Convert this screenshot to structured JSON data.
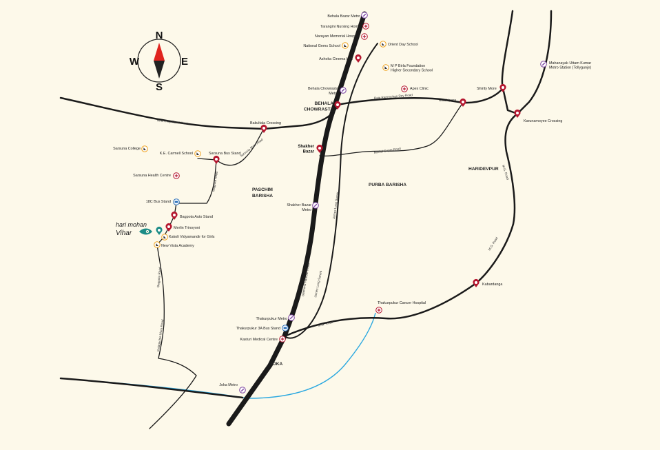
{
  "compass": {
    "n": "N",
    "s": "S",
    "e": "E",
    "w": "W"
  },
  "brand": {
    "name_line1": "hari mohan",
    "name_line2": "Vihar"
  },
  "areas": {
    "paschim": [
      "PASCHIM",
      "BARISHA"
    ],
    "purba": "PURBA BARISHA",
    "haridevpur": "HARIDEVPUR",
    "joka": "JOKA",
    "behala": [
      "BEHALA",
      "CHOWRASTA"
    ]
  },
  "roads": {
    "biren_roy": "Biren Roy Road West",
    "raja_rammohan": "Raja Rammohan Roy Road",
    "motilal_gupta": "Motilal Gupta Road",
    "diamond_harbour": "Diamond Harbour Road",
    "james_long_1": "James Long Sarani",
    "james_long_2": "James Long Sarani",
    "mg_road_1": "M.G. Road",
    "mg_road_2": "M.G. Road",
    "mg_road_3": "M.G. Road",
    "bagpota_1": "Bagpota Road",
    "bagpota_2": "Bagpota Road",
    "kalagachia": "Kalagachia More Road",
    "sarsuna_main": "Sarsuna Main Road"
  },
  "places": {
    "behala_bazar_metro": "Behala Bazar Metro",
    "tarangini": "Tarangini Nursing Home",
    "narayan": "Narayan Memorial Hospital",
    "national_gems": "National Gems School",
    "orient_day": "Orient Day School",
    "ashoka": "Ashoka Cinema Hall",
    "mp_birla_1": "M P Birla Foundation",
    "mp_birla_2": "Higher Secondary School",
    "behala_chowrasta_metro_1": "Behala Chowrasta",
    "behala_chowrasta_metro_2": "Metro",
    "apex": "Apex Clinic",
    "muchipara": "Muchipara",
    "shirity_more": "Shirity More",
    "mahanayak_1": "Mahanayak Uttam Kumar",
    "mahanayak_2": "Metro Station (Tollygunje)",
    "karunamoyee": "Karunamoyee Crossing",
    "bakultala": "Bakultala Crossing",
    "sarsuna_college": "Sarsuna College",
    "kc_carmell": "K.E. Carmell School",
    "sarsuna_bus": "Sarsuna Bus Stand",
    "shakher_bazar_1": "Shakher",
    "shakher_bazar_2": "Bazar",
    "sarsuna_health": "Sarsuna Health Centre",
    "bus_18c": "18C Bus Stand",
    "shakher_bazar_metro_1": "Shakher Bazar",
    "shakher_bazar_metro_2": "Metro",
    "bagpota_auto": "Bagpota Auto Stand",
    "merlin": "Merlin Trinoyoni",
    "kakoli": "Kakoli Vidyamandir for Girls",
    "new_vista": "New Vista Academy",
    "kabardanga": "Kabardanga",
    "thakurpukur_cancer": "Thakurpukur Cancer Hospital",
    "thakurpukur_metro": "Thakurpukur Metro",
    "thakurpukur_3a": "Thakurpukur 3A Bus Stand",
    "kasturi": "Kasturi Medical Centre",
    "joka_metro": "Joka Metro"
  },
  "colors": {
    "background": "#fdf9ea",
    "road": "#1a1a1a",
    "canal": "#2aa8e0",
    "pin_red": "#b5172f",
    "metro_purple": "#7a3fa0",
    "school_orange": "#f0a21c",
    "bus_blue": "#2a6fb8",
    "brand_teal": "#1c8c86"
  },
  "icons": {
    "landmark": "map-pin-icon",
    "metro": "metro-icon",
    "hospital": "hospital-icon",
    "school": "school-icon",
    "bus": "bus-icon"
  }
}
